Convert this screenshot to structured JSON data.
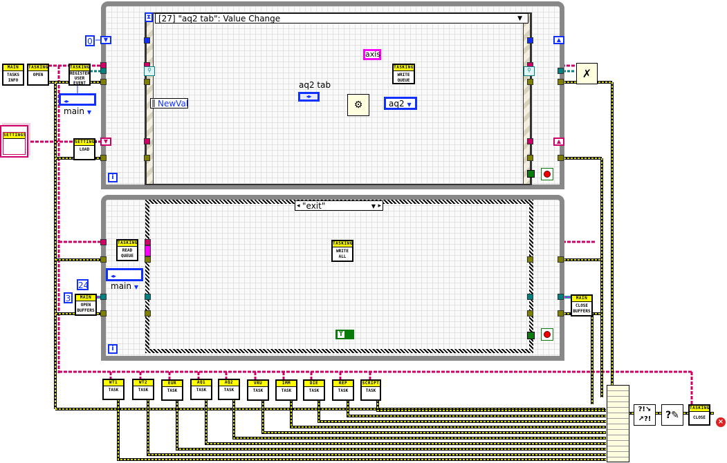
{
  "event_structure": {
    "selector_label": "[27] \"aq2 tab\": Value Change",
    "event_data_node": "NewVal",
    "control_label": "aq2 tab",
    "const_axis": "axis",
    "enum_aq2": "aq2",
    "shift_register_init": "0"
  },
  "case_structure": {
    "selector_label": "\"exit\"",
    "bool_const": "T"
  },
  "constants": {
    "buffers_a": "24",
    "buffers_b": "3",
    "enum_main_top": "main",
    "enum_main_bottom": "main"
  },
  "subvis": {
    "tasks_info": {
      "header": "MAIN",
      "body": "TASKS INFO"
    },
    "open": {
      "header": "TASKING",
      "body": "OPEN"
    },
    "register": {
      "header": "TASKING",
      "body": "REGISTER USER EVENT"
    },
    "settings_load": {
      "header": "SETTINGS",
      "body": "LOAD"
    },
    "settings_class": {
      "header": "SETTINGS"
    },
    "write_queue": {
      "header": "TASKING",
      "body": "WRITE QUEUE"
    },
    "read_queue": {
      "header": "TASKING",
      "body": "READ QUEUE"
    },
    "write_all": {
      "header": "TASKING",
      "body": "WRITE ALL"
    },
    "open_buffers": {
      "header": "MAIN",
      "body": "OPEN BUFFERS"
    },
    "close_buffers": {
      "header": "MAIN",
      "body": "CLOSE BUFFERS"
    },
    "close": {
      "header": "TASKING",
      "body": "CLOSE"
    }
  },
  "tasks": [
    {
      "header": "WT1",
      "body": "TASK"
    },
    {
      "header": "WT2",
      "body": "TASK"
    },
    {
      "header": "EUR",
      "body": "TASK"
    },
    {
      "header": "AQ1",
      "body": "TASK"
    },
    {
      "header": "AQ2",
      "body": "TASK"
    },
    {
      "header": "VRU",
      "body": "TASK"
    },
    {
      "header": "IMM",
      "body": "TASK"
    },
    {
      "header": "DIE",
      "body": "TASK"
    },
    {
      "header": "REP",
      "body": "TASK"
    },
    {
      "header": "SCRIPT",
      "body": "TASK"
    }
  ],
  "colors": {
    "refnum_wire": "#cc0066",
    "error_wire": "#c8c800",
    "numeric_wire": "#1030ff",
    "event_wire": "#008080",
    "bool_wire": "#007000",
    "subvi_header": "#ffff00"
  }
}
